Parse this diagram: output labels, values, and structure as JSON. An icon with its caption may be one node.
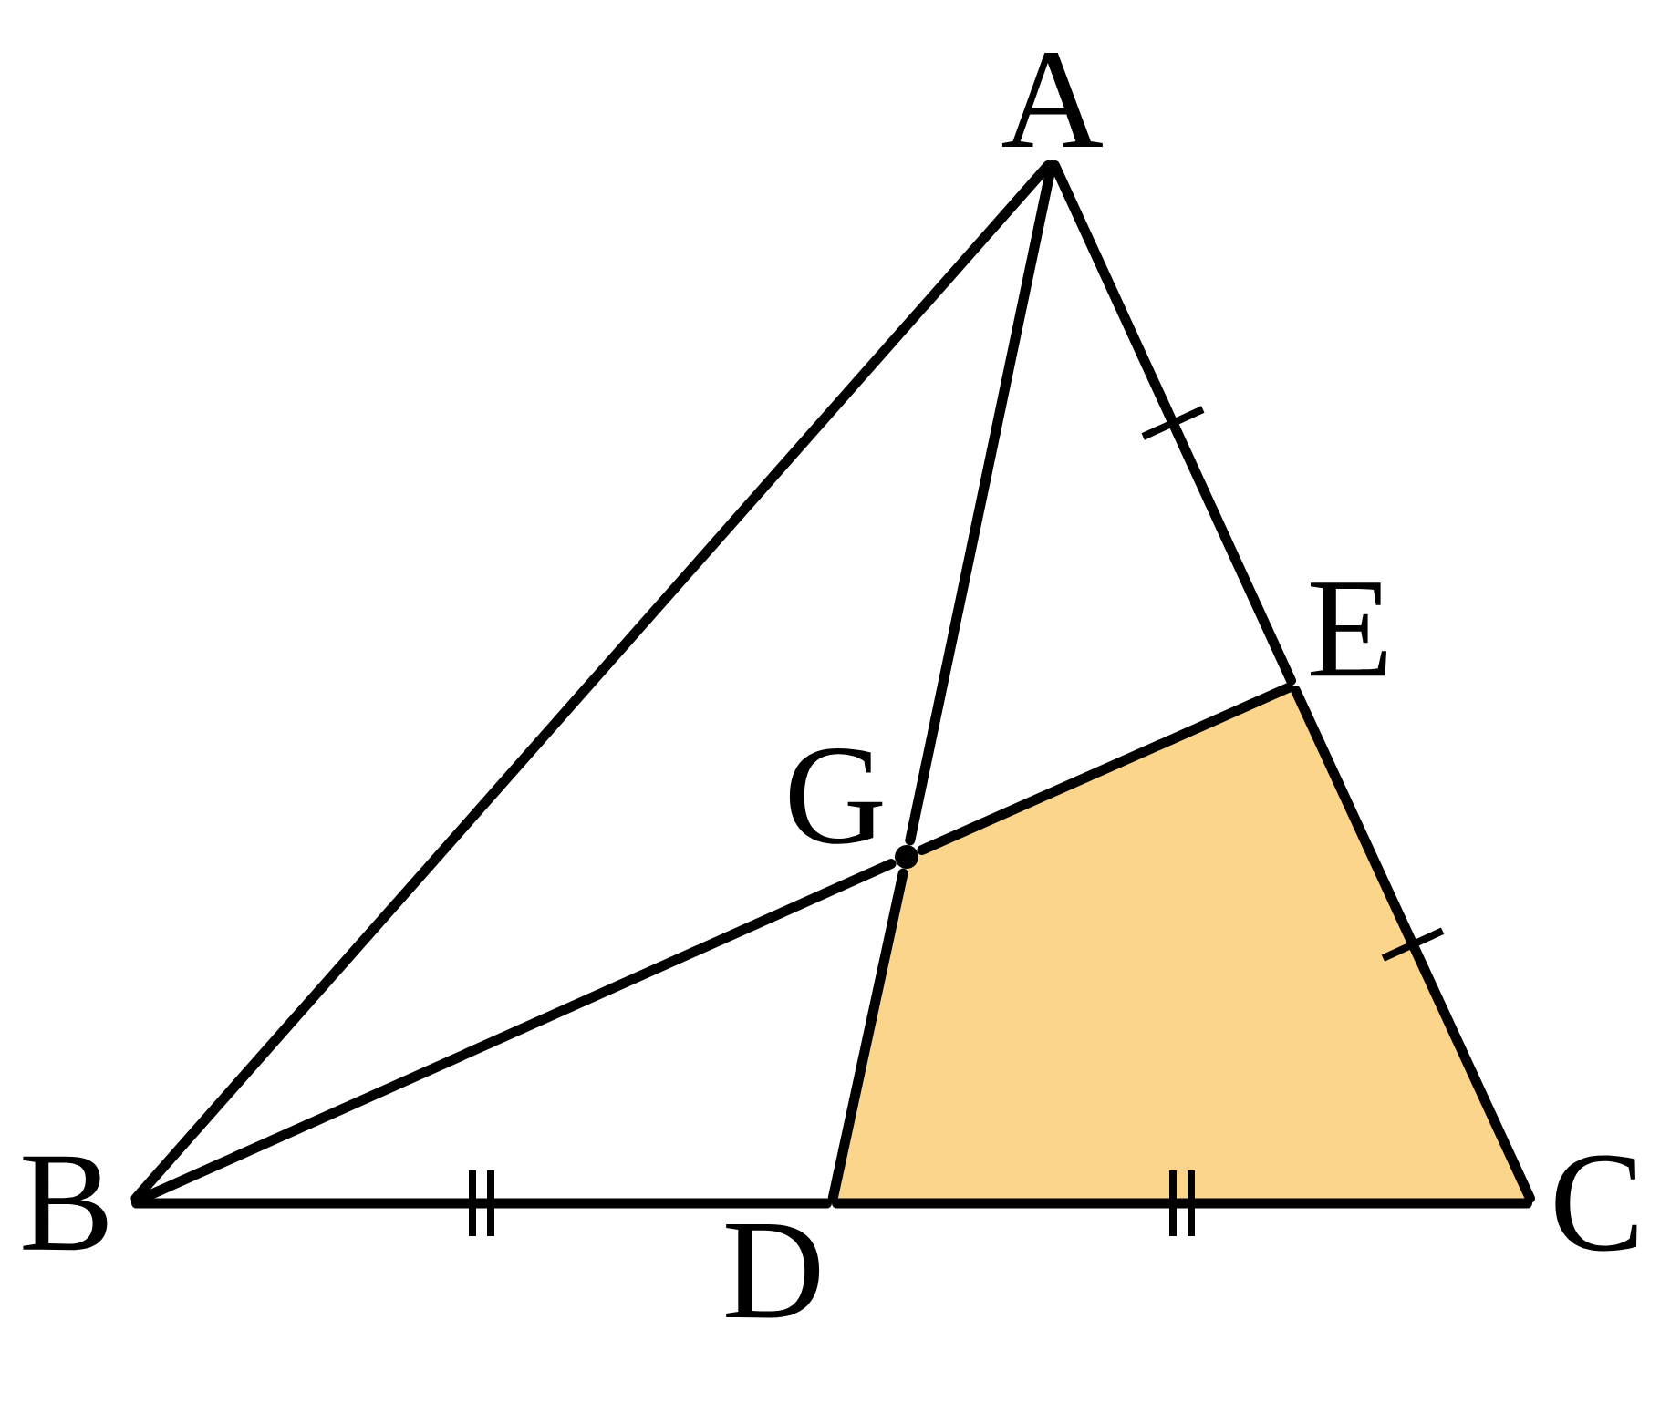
{
  "diagram": {
    "nodes": [
      {
        "text": [
          "A"
        ]
      },
      {
        "text": [
          "B"
        ]
      },
      {
        "text": [
          "C"
        ]
      },
      {
        "text": [
          "D"
        ]
      },
      {
        "text": [
          "E"
        ]
      },
      {
        "text": [
          "G"
        ]
      }
    ],
    "edges": [
      {
        "from": 0,
        "to": 1,
        "arrow": "none"
      },
      {
        "from": 0,
        "to": 4,
        "arrow": "none"
      },
      {
        "from": 4,
        "to": 2,
        "arrow": "none"
      },
      {
        "from": 1,
        "to": 3,
        "arrow": "none"
      },
      {
        "from": 3,
        "to": 2,
        "arrow": "none"
      },
      {
        "from": 0,
        "to": 5,
        "arrow": "none"
      },
      {
        "from": 5,
        "to": 3,
        "arrow": "none"
      },
      {
        "from": 1,
        "to": 5,
        "arrow": "none"
      },
      {
        "from": 5,
        "to": 4,
        "arrow": "none"
      }
    ]
  }
}
